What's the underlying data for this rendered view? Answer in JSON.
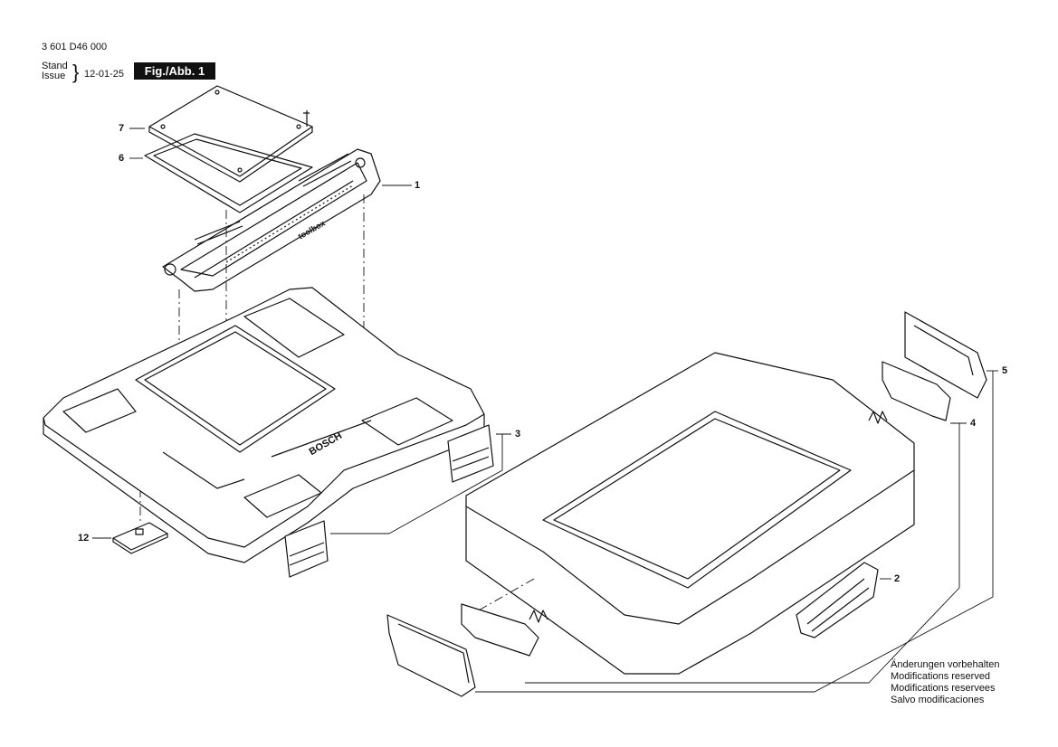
{
  "header": {
    "doc_number": "3 601 D46 000",
    "stand_label": "Stand",
    "issue_label": "Issue",
    "issue_date": "12-01-25",
    "figure_label": "Fig./Abb. 1"
  },
  "callouts": {
    "c1": "1",
    "c2": "2",
    "c3": "3",
    "c4": "4",
    "c5": "5",
    "c6": "6",
    "c7": "7",
    "c12": "12"
  },
  "branding": {
    "lid_badge": "BOSCH",
    "handle_text": "toolbox"
  },
  "notes": {
    "line1": "Änderungen vorbehalten",
    "line2": "Modifications reserved",
    "line3": "Modifications reservees",
    "line4": "Salvo modificaciones"
  }
}
